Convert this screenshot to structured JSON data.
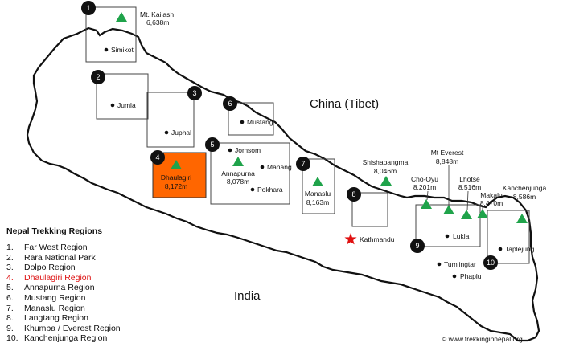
{
  "countries": {
    "north": "China (Tibet)",
    "south": "India"
  },
  "legend": {
    "title": "Nepal Trekking Regions",
    "items": [
      {
        "num": "1.",
        "label": "Far West Region"
      },
      {
        "num": "2.",
        "label": "Rara National Park"
      },
      {
        "num": "3.",
        "label": "Dolpo Region"
      },
      {
        "num": "4.",
        "label": "Dhaulagiri Region",
        "highlight": true
      },
      {
        "num": "5.",
        "label": "Annapurna Region"
      },
      {
        "num": "6.",
        "label": "Mustang Region"
      },
      {
        "num": "7.",
        "label": "Manaslu Region"
      },
      {
        "num": "8.",
        "label": "Langtang Region"
      },
      {
        "num": "9.",
        "label": "Khumba / Everest Region"
      },
      {
        "num": "10.",
        "label": "Kanchenjunga Region"
      }
    ]
  },
  "region_numbers": [
    "1",
    "2",
    "3",
    "4",
    "5",
    "6",
    "7",
    "8",
    "9",
    "10"
  ],
  "towns": [
    "Simikot",
    "Jumla",
    "Juphal",
    "Mustang",
    "Jomsom",
    "Manang",
    "Pokhara",
    "Lukla",
    "Tumlingtar",
    "Phaplu",
    "Taplejung"
  ],
  "capital": "Kathmandu",
  "peaks": {
    "kailash": [
      "Mt. Kailash",
      "6,638m"
    ],
    "dhaulagiri": [
      "Dhaulagiri",
      "8,172m"
    ],
    "annapurna": [
      "Annapurna",
      "8,078m"
    ],
    "manaslu": [
      "Manaslu",
      "8,163m"
    ],
    "shishapangma": [
      "Shishapangma",
      "8,046m"
    ],
    "choOyu": [
      "Cho-Oyu",
      "8,201m"
    ],
    "everest": [
      "Mt Everest",
      "8,848m"
    ],
    "lhotse": [
      "Lhotse",
      "8,516m"
    ],
    "makalu": [
      "Makalu",
      "8,470m"
    ],
    "kanchenjunga": [
      "Kanchenjunga",
      "8,586m"
    ]
  },
  "credit": "© www.trekkinginnepal.org",
  "colors": {
    "highlight_region": "#ff6600",
    "peak": "#1fa34a",
    "capital_star": "#e01010",
    "legend_highlight": "#dd1111"
  }
}
